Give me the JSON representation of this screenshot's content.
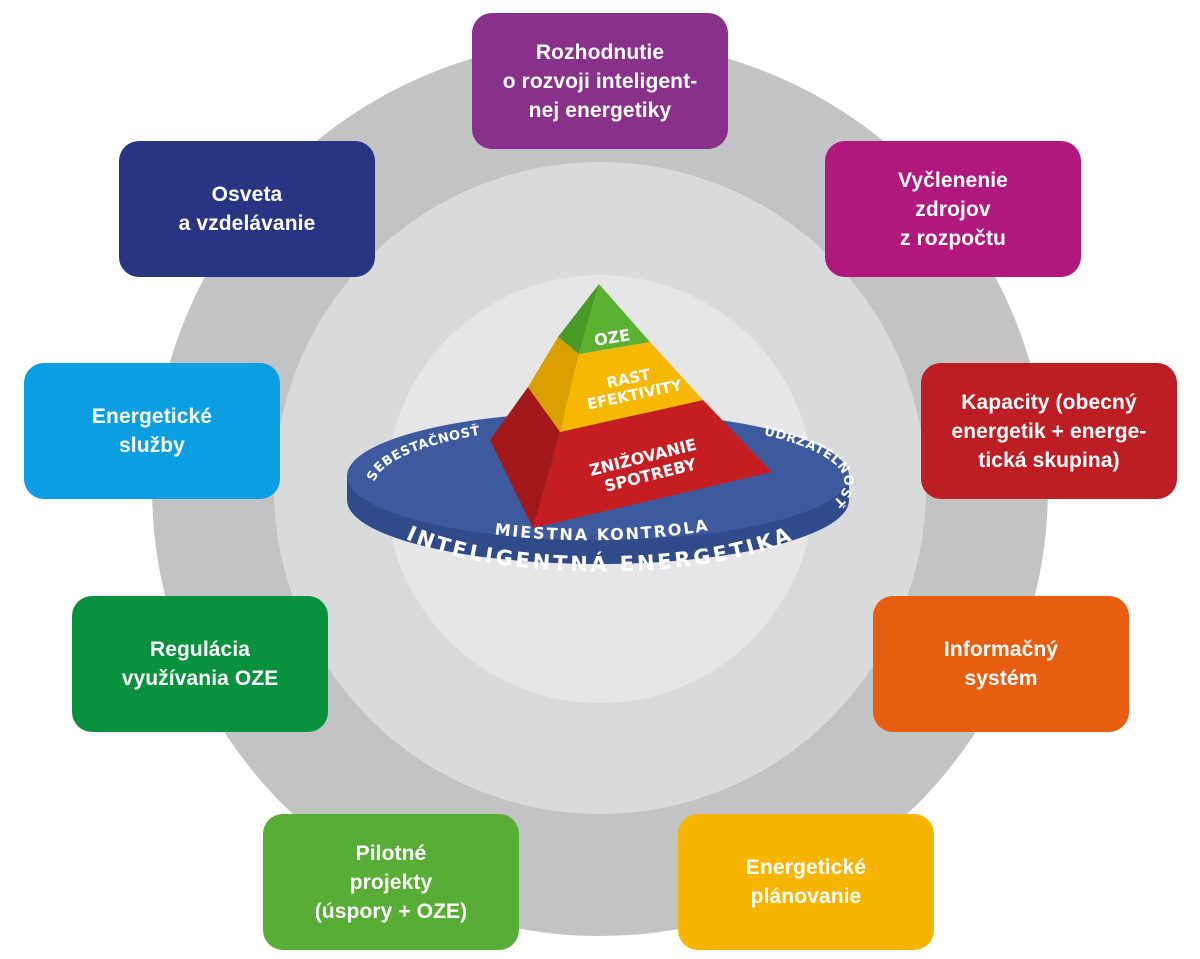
{
  "diagram": {
    "center": {
      "base_label": "INTELIGENTNÁ ENERGETIKA",
      "disc_labels": {
        "left": "SEBESTAČNOSŤ",
        "right": "UDRŽATEĽNOSŤ",
        "front": "MIESTNA KONTROLA"
      },
      "pyramid": [
        {
          "level": "top",
          "label": "OZE",
          "color": "#5bb131",
          "shade": "#4a9a27"
        },
        {
          "level": "middle",
          "label_lines": [
            "RAST",
            "EFEKTIVITY"
          ],
          "color": "#f6b800",
          "shade": "#d9a000"
        },
        {
          "level": "bottom",
          "label_lines": [
            "ZNIŽOVANIE",
            "SPOTREBY"
          ],
          "color": "#c41e22",
          "shade": "#a3181a"
        }
      ],
      "disc_color": "#3d5a9e",
      "disc_side_color": "#304b8a"
    },
    "rings": {
      "outer": "#c2c3c5",
      "middle": "#d9dadc",
      "inner": "#e6e6e8"
    },
    "boxes": [
      {
        "id": "rozhodnutie",
        "label": "Rozhodnutie\no rozvoji inteligent-\nnej energetiky",
        "color": "#88308a"
      },
      {
        "id": "vyclenenie",
        "label": "Vyčlenenie\nzdrojov\nz rozpočtu",
        "color": "#b0187e"
      },
      {
        "id": "kapacity",
        "label": "Kapacity (obecný\nenergetik + energe-\ntická skupina)",
        "color": "#bd1e24"
      },
      {
        "id": "informacny-system",
        "label": "Informačný\nsystém",
        "color": "#e85e10"
      },
      {
        "id": "energeticke-planovanie",
        "label": "Energetické\nplánovanie",
        "color": "#f7b500"
      },
      {
        "id": "pilotne-projekty",
        "label": "Pilotné\nprojekty\n(úspory + OZE)",
        "color": "#57ad35"
      },
      {
        "id": "regulacia-oze",
        "label": "Regulácia\nvyužívania OZE",
        "color": "#0a913e"
      },
      {
        "id": "energeticke-sluzby",
        "label": "Energetické\nslužby",
        "color": "#0b9fe2"
      },
      {
        "id": "osveta",
        "label": "Osveta\na vzdelávanie",
        "color": "#283583"
      }
    ]
  }
}
